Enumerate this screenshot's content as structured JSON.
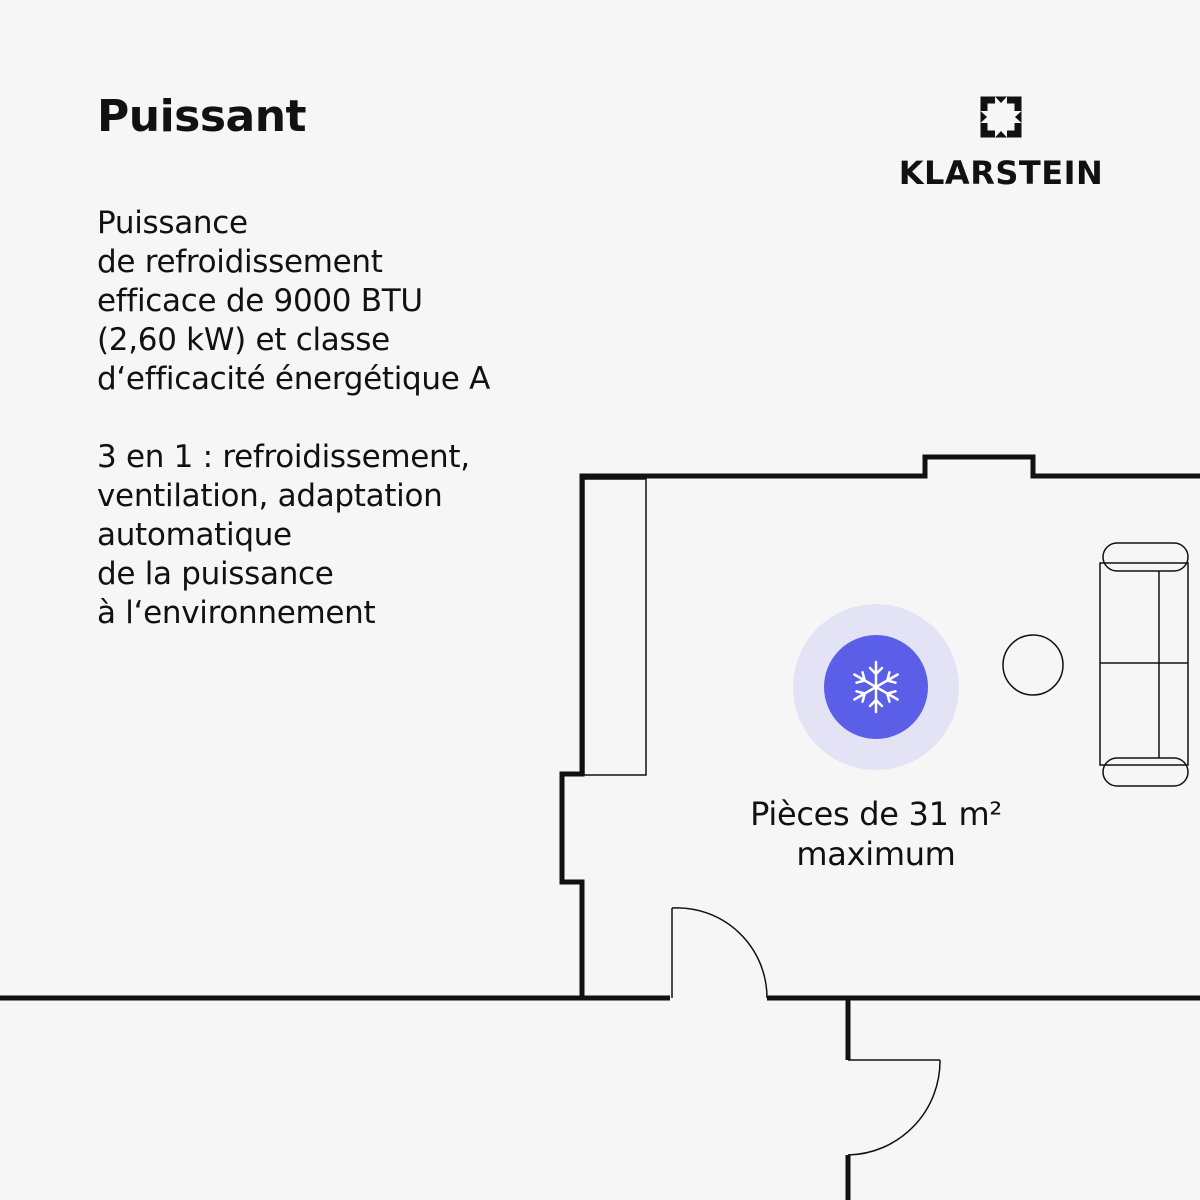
{
  "heading": "Puissant",
  "description": [
    [
      "Puissance",
      "de refroidissement",
      "efficace de 9000 BTU",
      "(2,60 kW) et classe",
      "d‘efficacité énergétique A"
    ],
    [
      "3 en 1 : refroidissement,",
      "ventilation, adaptation",
      "automatique",
      "de la puissance",
      "à l‘environnement"
    ]
  ],
  "brand": {
    "name": "KLARSTEIN",
    "mark_icon": "klarstein-octagon-logo"
  },
  "room_badge": {
    "icon": "snowflake-icon",
    "caption_line1": "Pièces de 31 m²",
    "caption_line2": "maximum"
  },
  "colors": {
    "background": "#f6f6f6",
    "text": "#111111",
    "accent": "#5b5fe8",
    "accent_halo": "#e3e3f5",
    "walls": "#111111"
  }
}
